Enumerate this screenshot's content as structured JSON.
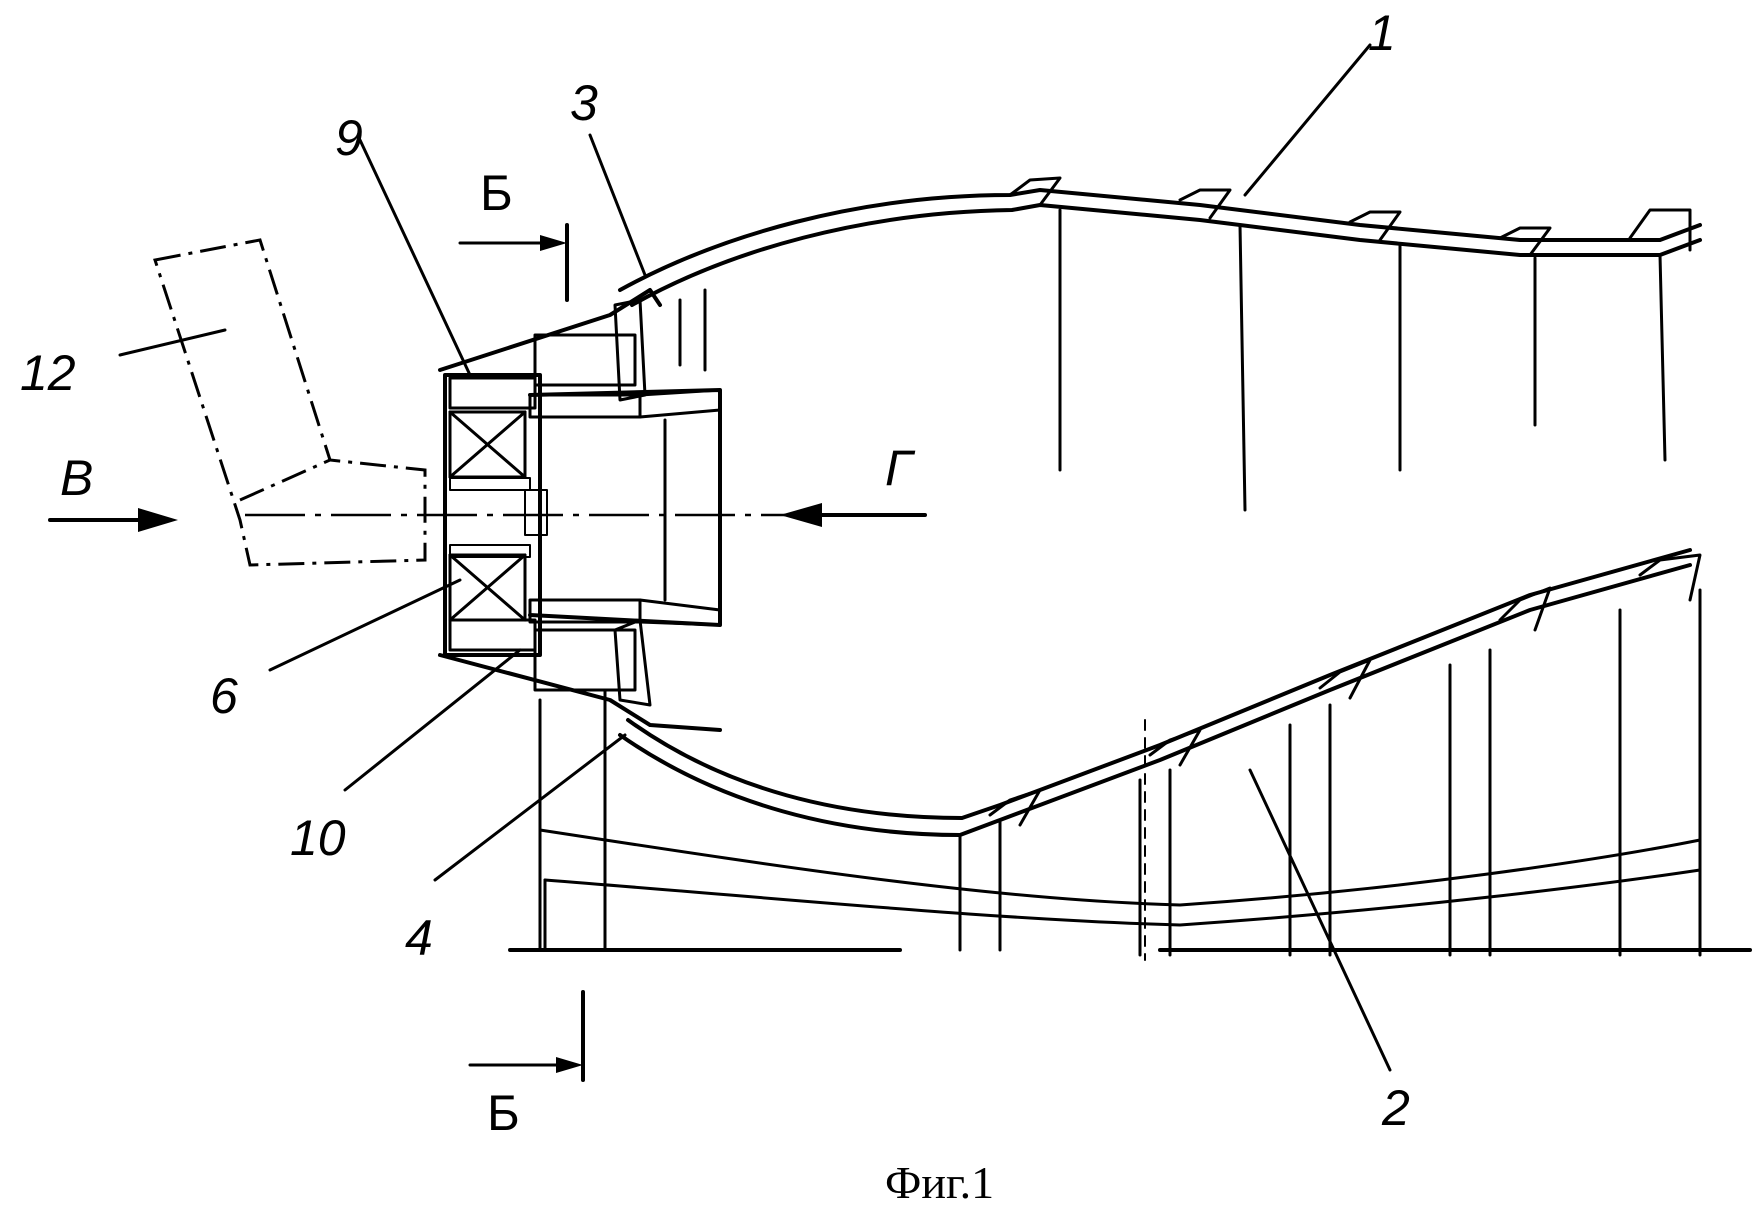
{
  "figure": {
    "caption": "Фиг.1"
  },
  "labels": {
    "l1": "1",
    "l2": "2",
    "l3": "3",
    "l4": "4",
    "l6": "6",
    "l9": "9",
    "l10": "10",
    "l12": "12",
    "flow_in": "В",
    "flow_view": "Г",
    "section_top": "Б",
    "section_bottom": "Б"
  },
  "colors": {
    "ink": "#000000",
    "paper": "#ffffff"
  }
}
